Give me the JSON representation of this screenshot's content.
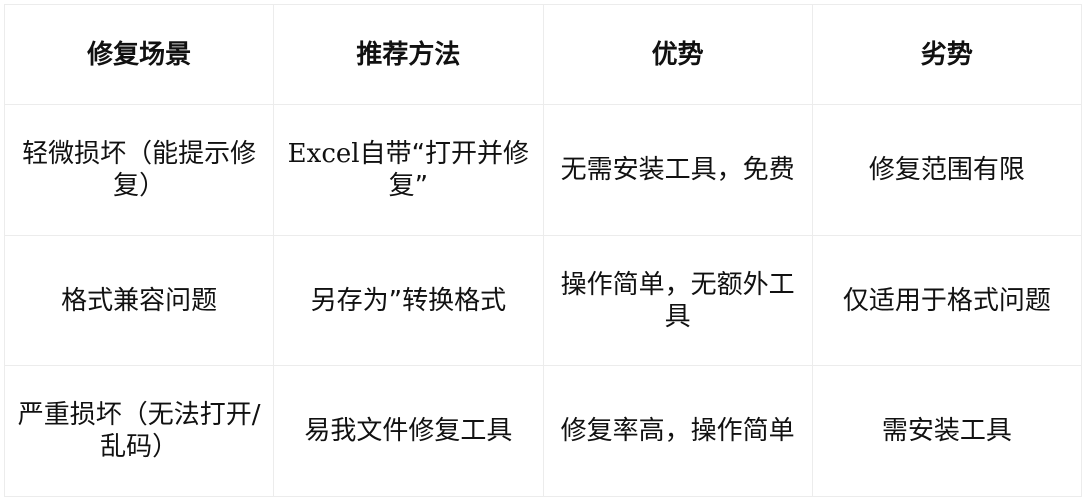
{
  "table": {
    "headers": [
      "修复场景",
      "推荐方法",
      "优势",
      "劣势"
    ],
    "rows": [
      {
        "scenario": "轻微损坏（能提示修复）",
        "method_prefix": "Excel",
        "method": "自带“打开并修复”",
        "pros": "无需安装工具，免费",
        "cons": "修复范围有限"
      },
      {
        "scenario": "格式兼容问题",
        "method_prefix": "",
        "method": "另存为”转换格式",
        "pros": "操作简单，无额外工具",
        "cons": "仅适用于格式问题"
      },
      {
        "scenario": "严重损坏（无法打开/乱码）",
        "method_prefix": "",
        "method": "易我文件修复工具",
        "pros": "修复率高，操作简单",
        "cons": "需安装工具"
      }
    ]
  }
}
